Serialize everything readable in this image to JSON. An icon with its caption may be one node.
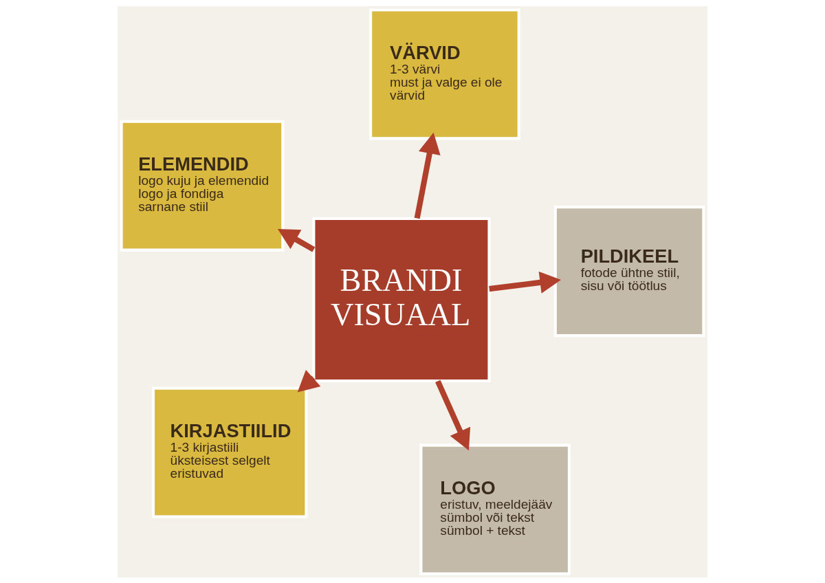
{
  "diagram": {
    "nodes": [
      {
        "text": [
          "VÄRVID",
          "1-3 värvi",
          "must ja valge ei ole värvid"
        ]
      },
      {
        "text": [
          "LOGO",
          "eristuv, meeldejääv",
          "sümbol või tekst",
          "sümbol + tekst"
        ]
      },
      {
        "text": [
          "BRANDI VISUAAL"
        ]
      },
      {
        "text": [
          "ELEMENDID",
          "logo kuju ja elemendid",
          "logo ja fondiga sarnane stiil"
        ]
      },
      {
        "text": [
          "KIRJASTIILID",
          "1-3 kirjastiili",
          "üksteisest selgelt eristuvad"
        ]
      },
      {
        "text": [
          "PILDIKEEL",
          "fotode ühtne stiil, sisu või töötlus"
        ]
      }
    ],
    "edges": [
      {
        "from": 2,
        "to": 0,
        "arrow": "to"
      },
      {
        "from": 2,
        "to": 1,
        "arrow": "to"
      },
      {
        "from": 2,
        "to": 3,
        "arrow": "to"
      },
      {
        "from": 2,
        "to": 4,
        "arrow": "to"
      },
      {
        "from": 2,
        "to": 5,
        "arrow": "to"
      }
    ]
  }
}
